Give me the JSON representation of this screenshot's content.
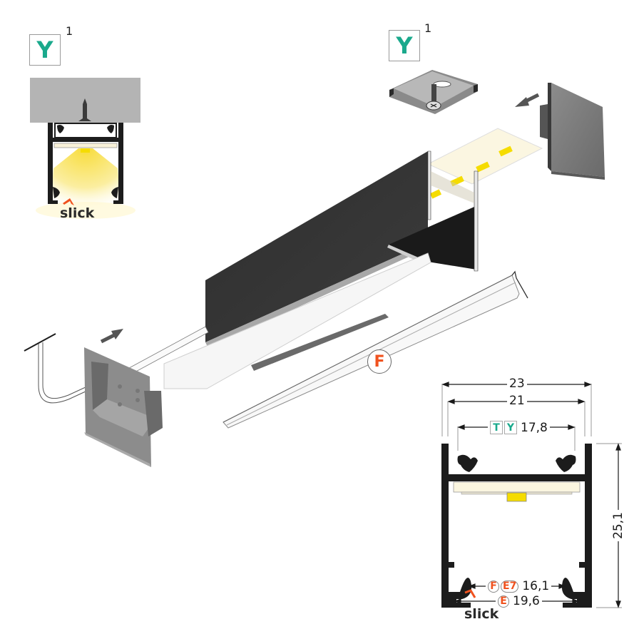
{
  "badges": {
    "left": {
      "letter": "Y",
      "superscript": "1"
    },
    "right": {
      "letter": "Y",
      "superscript": "1"
    }
  },
  "logo": {
    "text": "slick"
  },
  "exploded_view": {
    "cover_label": "F"
  },
  "dimensions": {
    "outer_width": "23",
    "inner_width": "21",
    "strip_width": {
      "badges": [
        "T",
        "Y"
      ],
      "value": "17,8"
    },
    "cover_width_small": {
      "badges": [
        "F",
        "E7"
      ],
      "value": "16,1"
    },
    "cover_width_large": {
      "badges": [
        "E"
      ],
      "value": "19,6"
    },
    "height": "25,1"
  },
  "colors": {
    "teal": "#1aa98c",
    "orange": "#f0521f",
    "profile_black": "#1c1c1c",
    "led_yellow": "#f5dc00",
    "strip_cream": "#fbf6e0",
    "ceiling_gray": "#b4b4b4"
  }
}
